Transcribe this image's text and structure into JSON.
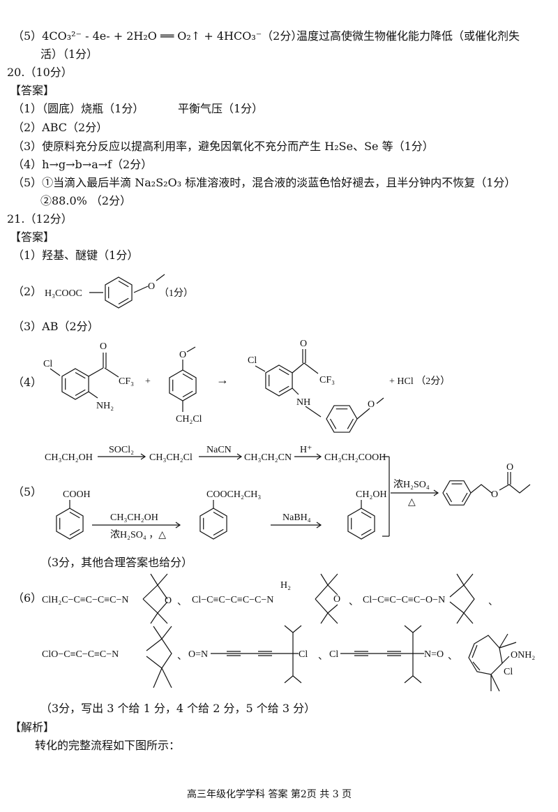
{
  "q19": {
    "p5_line1": "（5）4CO₃²⁻ - 4e- + 2H₂O ══ O₂↑ + 4HCO₃⁻（2分）",
    "p5_line1b": "温度过高使微生物催化能力降低（或催化剂失",
    "p5_line2": "活）（1分）"
  },
  "q20": {
    "heading": "20.（10分）",
    "answer_label": "【答案】",
    "items": [
      "（1）（圆底）烧瓶（1分）",
      "（2）ABC（2分）",
      "（3）使原料充分反应以提高利用率，避免因氧化不充分而产生 H₂Se、Se 等（1分）",
      "（4）h→g→b→a→f（2分）",
      "（5）①当滴入最后半滴 Na₂S₂O₃ 标准溶液时，混合液的淡蓝色恰好褪去，且半分钟内不恢复（1分）",
      "②88.0%  （2分）"
    ],
    "item1b": "平衡气压（1分）"
  },
  "q21": {
    "heading": "21.（12分）",
    "answer_label": "【答案】",
    "p1": "（1）羟基、醚键（1分）",
    "p2_label": "（2）",
    "p2_formula": "H₃COOC",
    "p2_O": "O",
    "p2_score": "（1分）",
    "p3": "（3）AB（2分）",
    "p4_label": "（4）",
    "p4": {
      "cl": "Cl",
      "o": "O",
      "cf3": "CF₃",
      "nh2": "NH₂",
      "plus": "+",
      "ch2cl": "CH₂Cl",
      "arrow": "→",
      "nh": "NH",
      "tail": "+   HCl  （2分）"
    },
    "p5_label": "（5）",
    "p5": {
      "s1": "CH₃CH₂OH",
      "r1": "SOCl₂",
      "s2": "CH₃CH₂Cl",
      "r2": "NaCN",
      "s3": "CH₃CH₂CN",
      "r3": "H⁺",
      "s4": "CH₃CH₂COOH",
      "b1": "COOH",
      "r4a": "CH₃CH₂OH",
      "r4b": "浓H₂SO₄ ，△",
      "b2": "COOCH₂CH₃",
      "r5": "NaBH₄",
      "b3": "CH₂OH",
      "r6a": "浓H₂SO₄",
      "r6b": "△",
      "o": "O"
    },
    "p5_note": "（3分，其他合理答案也给分）",
    "p6_label": "（6）",
    "p6": {
      "a1": "ClH₂C−C≡C−C≡C−N",
      "o": "O",
      "sep": "、",
      "a2": "Cl−C≡C−C≡C−C−N",
      "h2": "H₂",
      "a3": "Cl−C≡C−C≡C−O−N",
      "a4": "ClO−C≡C−C≡C−N",
      "a5": "O=N",
      "cl": "Cl",
      "a6": "Cl",
      "a6b": "N=O",
      "onh2": "ONH₂"
    },
    "p6_note": "（3分，写出 3 个给 1 分，4 个给 2 分，5 个给 3 分）",
    "analysis_label": "【解析】",
    "analysis_text": "转化的完整流程如下图所示："
  },
  "footer": "高三年级化学学科  答案  第2页  共 3 页"
}
